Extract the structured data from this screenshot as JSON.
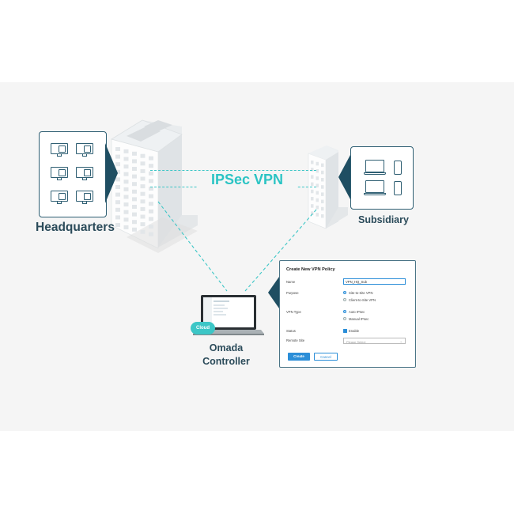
{
  "diagram": {
    "tunnel_label": "IPSec VPN",
    "headquarters_label": "Headquarters",
    "subsidiary_label": "Subsidiary",
    "controller_label_line1": "Omada",
    "controller_label_line2": "Controller",
    "cloud_badge": "Cloud"
  },
  "colors": {
    "accent_teal": "#3cc6c6",
    "dark_teal": "#1f4e62",
    "label_text": "#2b4b5a",
    "primary_blue": "#2b8ed8"
  },
  "dialog": {
    "title": "Create New VPN Policy",
    "name_label": "Name",
    "name_value": "VPN_HQ_Sub",
    "purpose_label": "Purpose",
    "purpose_options": [
      "Site-to-Site VPN",
      "Client-to-Site VPN"
    ],
    "purpose_selected": "Site-to-Site VPN",
    "vpn_type_label": "VPN Type",
    "vpn_type_options": [
      "Auto IPsec",
      "Manual IPsec"
    ],
    "vpn_type_selected": "Auto IPsec",
    "status_label": "Status",
    "status_option": "Enable",
    "status_checked": true,
    "remote_site_label": "Remote Site",
    "remote_site_placeholder": "Please Select",
    "create_button": "Create",
    "cancel_button": "Cancel"
  }
}
